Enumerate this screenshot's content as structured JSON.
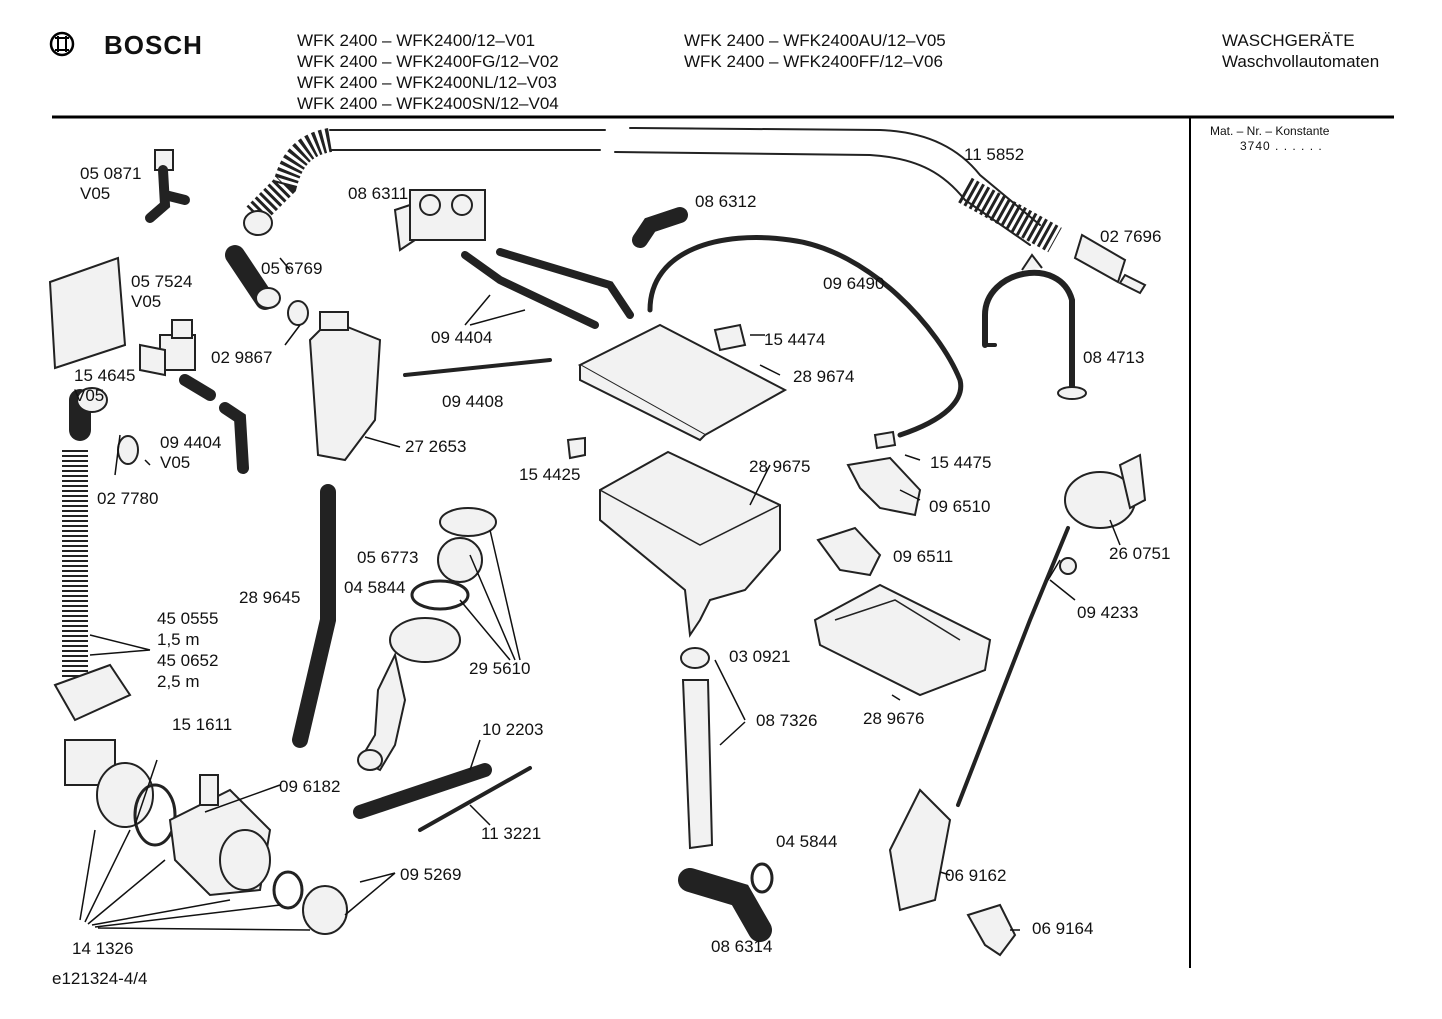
{
  "brand": {
    "name": "BOSCH"
  },
  "header": {
    "models_col1": [
      "WFK 2400 – WFK2400/12–V01",
      "WFK 2400 – WFK2400FG/12–V02",
      "WFK 2400 – WFK2400NL/12–V03",
      "WFK 2400 – WFK2400SN/12–V04"
    ],
    "models_col2": [
      "WFK 2400 – WFK2400AU/12–V05",
      "WFK 2400 – WFK2400FF/12–V06"
    ],
    "category_line1": "WASCHGERÄTE",
    "category_line2": "Waschvollautomaten"
  },
  "side_note": {
    "title": "Mat. – Nr. – Konstante",
    "value": "3740 . . . . . ."
  },
  "footer": {
    "drawing_id": "e121324-4/4"
  },
  "labels": {
    "p050871": "05 0871",
    "v05a": "V05",
    "p575524": "05 7524",
    "v05b": "V05",
    "p154645": "15 4645",
    "v05c": "V05",
    "p094404b": "09 4404",
    "v05d": "V05",
    "p027780": "02 7780",
    "p056769": "05 6769",
    "p029867": "02 9867",
    "p086311": "08 6311",
    "p094404": "09 4404",
    "p094408": "09 4408",
    "p272653": "27 2653",
    "p289645": "28 9645",
    "p056773": "05 6773",
    "p045844": "04 5844",
    "p295610": "29 5610",
    "p086312": "08 6312",
    "p096490": "09 6490",
    "p154474": "15 4474",
    "p289674": "28 9674",
    "p154425": "15 4425",
    "p289675": "28 9675",
    "p115852": "11 5852",
    "p027696": "02 7696",
    "p084713": "08 4713",
    "p154475": "15 4475",
    "p096510": "09 6510",
    "p096511": "09 6511",
    "p260751": "26 0751",
    "p094233": "09 4233",
    "p450555": "45 0555",
    "len15": "1,5 m",
    "p450652": "45 0652",
    "len25": "2,5 m",
    "p151611": "15 1611",
    "p096182": "09 6182",
    "p095269": "09 5269",
    "p141326": "14 1326",
    "p102203": "10 2203",
    "p113221": "11 3221",
    "p030921": "03 0921",
    "p087326": "08 7326",
    "p289676": "28 9676",
    "p045844b": "04 5844",
    "p086314": "08 6314",
    "p069162": "06 9162",
    "p069164": "06 9164"
  }
}
